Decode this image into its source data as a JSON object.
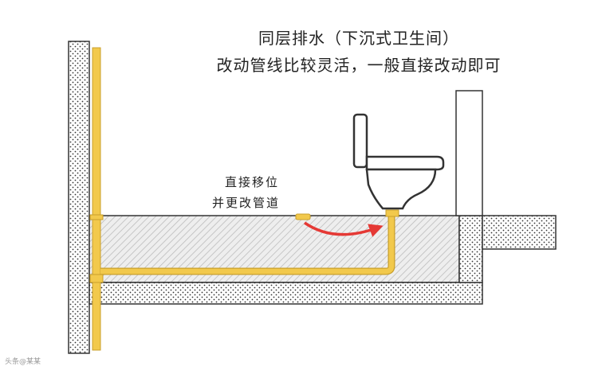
{
  "title": {
    "line1": "同层排水（下沉式卫生间）",
    "line2": "改动管线比较灵活，一般直接改动即可"
  },
  "annotation": {
    "line1": "直接移位",
    "line2": "并更改管道"
  },
  "watermark": "头条@某某",
  "colors": {
    "pipe": "#f2c94c",
    "pipe_outline": "#c9a02c",
    "arrow": "#e53935",
    "wall_dots": "#333333",
    "slab_hatch": "#bfbfbf",
    "outline": "#333333"
  }
}
